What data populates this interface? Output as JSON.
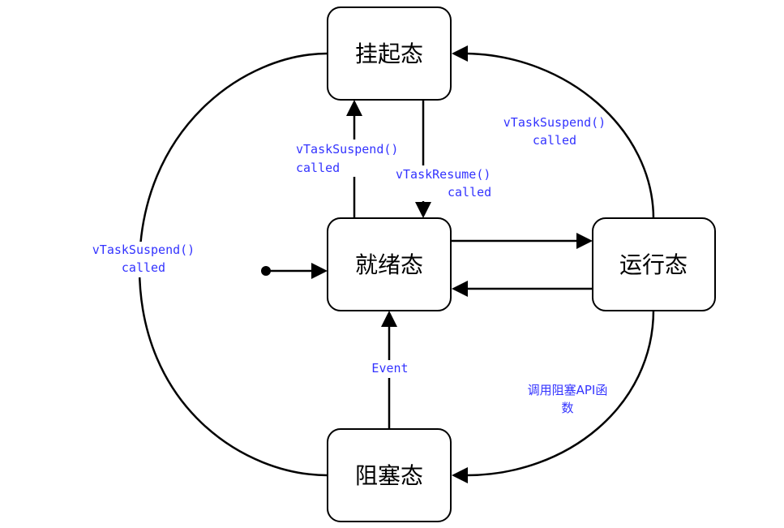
{
  "diagram": {
    "type": "state-machine",
    "label_color": "#3333ff",
    "line_color": "#000000",
    "states": {
      "suspended": {
        "label": "挂起态"
      },
      "ready": {
        "label": "就绪态"
      },
      "running": {
        "label": "运行态"
      },
      "blocked": {
        "label": "阻塞态"
      }
    },
    "transitions": {
      "ready_to_suspended": {
        "line1": "vTaskSuspend()",
        "line2": "called"
      },
      "suspended_to_ready": {
        "line1": "vTaskResume()",
        "line2": "called"
      },
      "running_to_suspended": {
        "line1": "vTaskSuspend()",
        "line2": "called"
      },
      "blocked_to_suspended": {
        "line1": "vTaskSuspend()",
        "line2": "called"
      },
      "blocked_to_ready": {
        "line1": "Event"
      },
      "running_to_blocked": {
        "line1": "调用阻塞API函",
        "line2": "数"
      },
      "ready_to_running": {},
      "running_to_ready": {},
      "initial_to_ready": {}
    }
  }
}
